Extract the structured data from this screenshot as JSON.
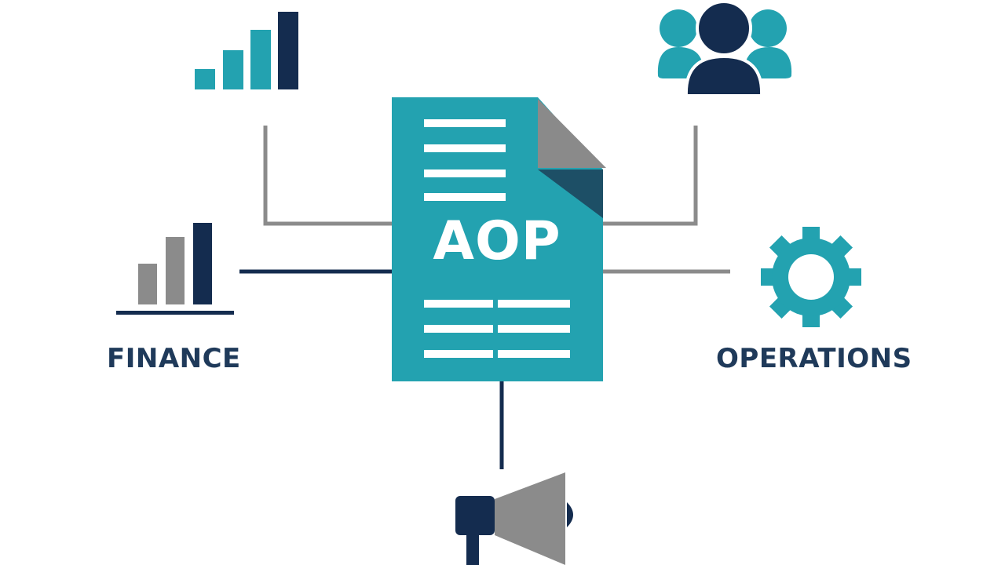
{
  "document": {
    "title": "AOP"
  },
  "nodes": {
    "finance": {
      "label": "FINANCE"
    },
    "operations": {
      "label": "OPERATIONS"
    }
  },
  "icons": {
    "growth_chart": "bar-chart-icon",
    "team": "team-icon",
    "finance_chart": "bar-chart-icon",
    "operations": "gear-icon",
    "marketing": "megaphone-icon"
  },
  "colors": {
    "teal": "#23a2b0",
    "navy": "#142c4f",
    "gray": "#8b8b8b",
    "label": "#1f3a5a"
  }
}
